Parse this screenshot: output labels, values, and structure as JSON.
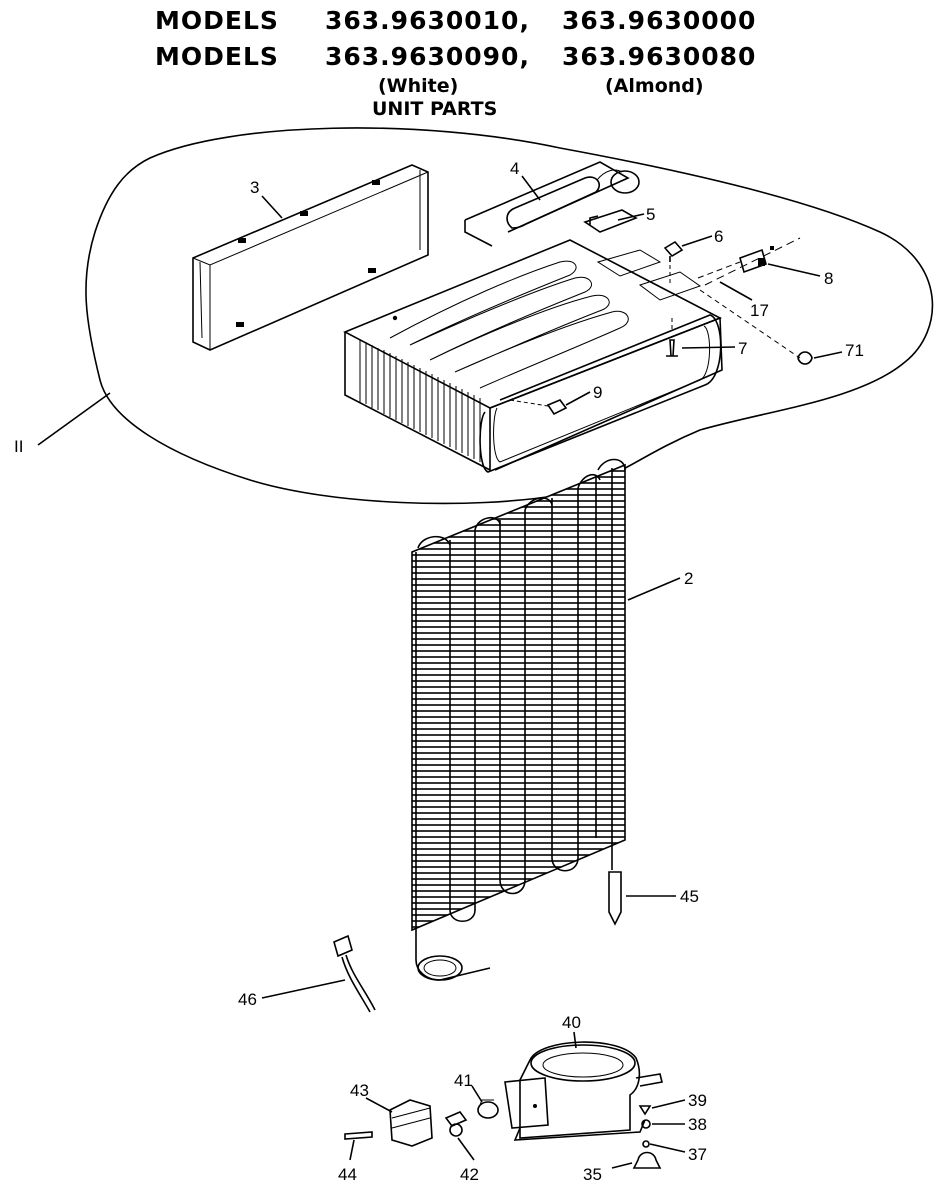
{
  "header": {
    "row1": {
      "label": "MODELS",
      "model_a": "363.9630010,",
      "model_b": "363.9630000"
    },
    "row2": {
      "label": "MODELS",
      "model_a": "363.9630090,",
      "model_b": "363.9630080"
    },
    "color_a": "(White)",
    "color_b": "(Almond)",
    "subtitle": "UNIT PARTS"
  },
  "callouts": {
    "p2": "2",
    "p3": "3",
    "p4": "4",
    "p5": "5",
    "p6": "6",
    "p7": "7",
    "p8": "8",
    "p9": "9",
    "p11": "II",
    "p17": "17",
    "p35": "35",
    "p37": "37",
    "p38": "38",
    "p39": "39",
    "p40": "40",
    "p41": "41",
    "p42": "42",
    "p43": "43",
    "p44": "44",
    "p45": "45",
    "p46": "46",
    "p71": "71"
  }
}
